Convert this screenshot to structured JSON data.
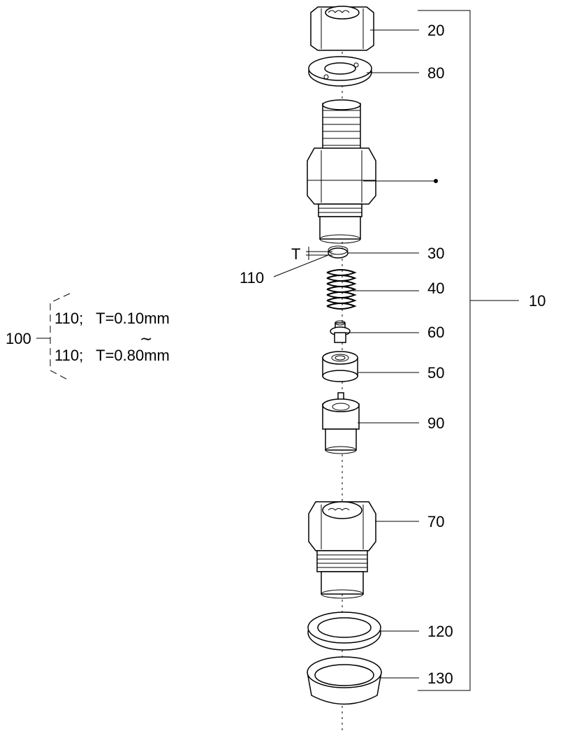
{
  "callouts": {
    "c20": "20",
    "c80": "80",
    "c30": "30",
    "c110": "110",
    "c40": "40",
    "c60": "60",
    "c50": "50",
    "c90": "90",
    "c70": "70",
    "c120": "120",
    "c130": "130",
    "c10": "10"
  },
  "thickness_symbol": "T",
  "shim_kit": {
    "ref": "100",
    "line1": "110;   T=0.10mm",
    "range_mark": "∼",
    "line2": "110;   T=0.80mm"
  }
}
